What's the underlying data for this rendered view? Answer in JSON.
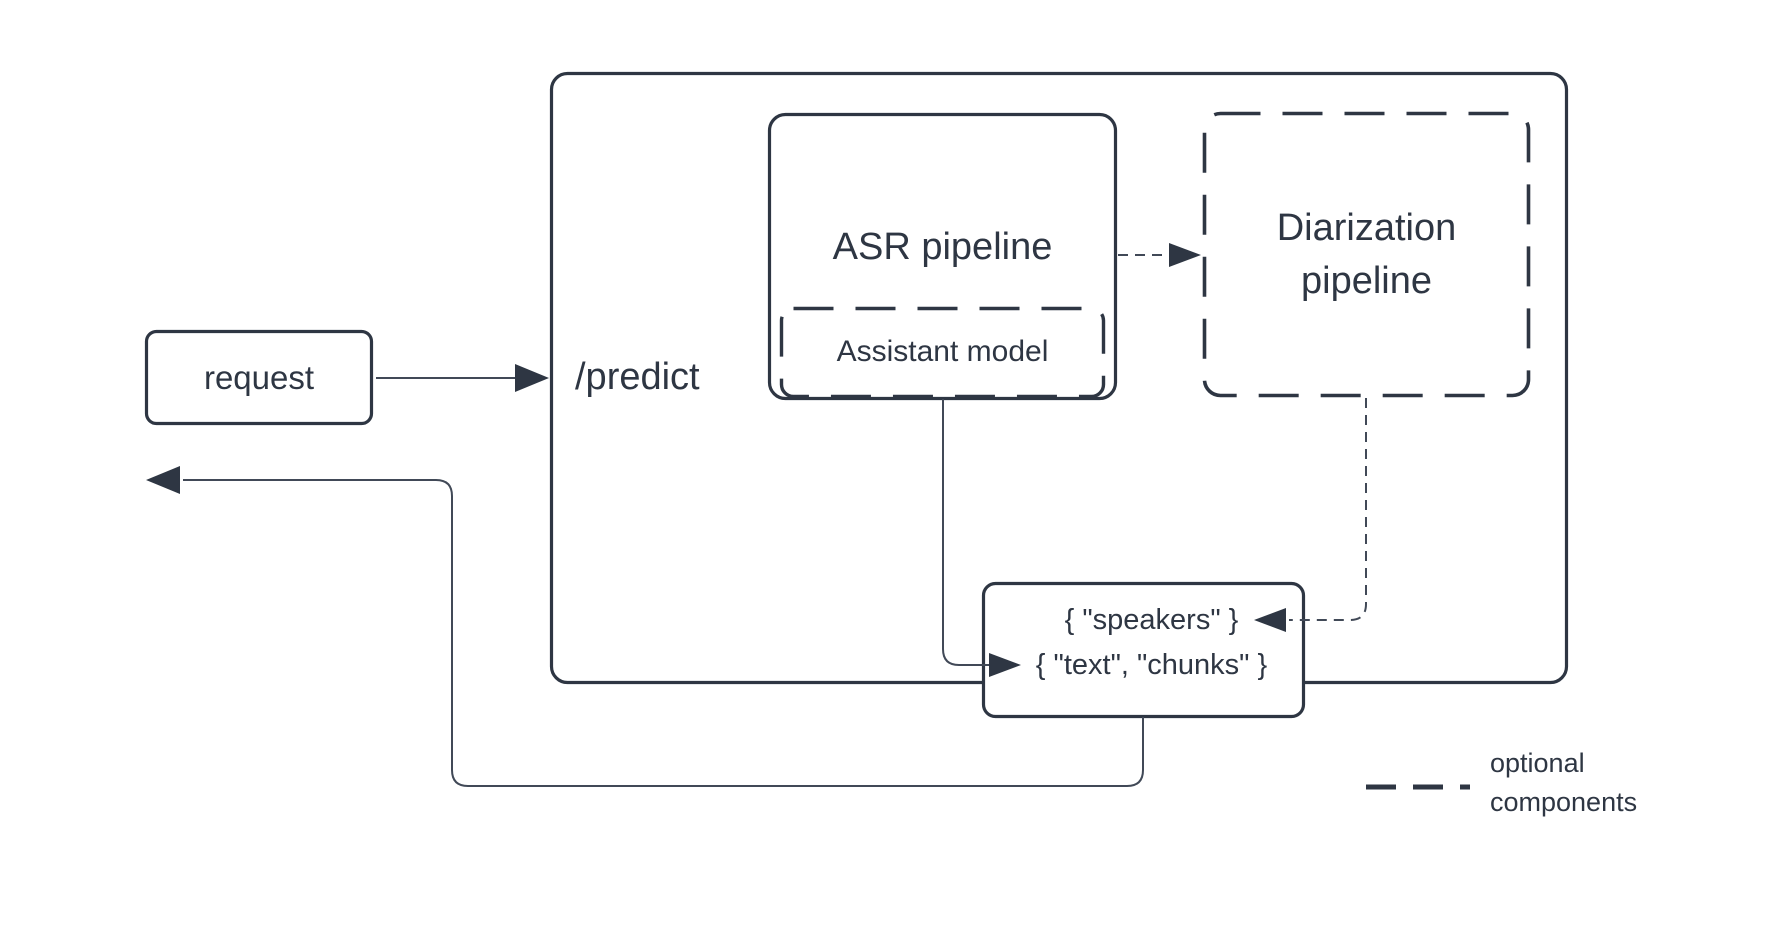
{
  "colors": {
    "background": "#ffffff",
    "stroke": "#2e3643",
    "connector": "#414957",
    "text": "#2e3643"
  },
  "nodes": {
    "request": {
      "label": "request"
    },
    "predict": {
      "label": "/predict"
    },
    "asr": {
      "label": "ASR pipeline"
    },
    "assistant": {
      "label": "Assistant model"
    },
    "diarization": {
      "line1": "Diarization",
      "line2": "pipeline"
    },
    "result": {
      "line1": "{ \"speakers\" }",
      "line2": "{ \"text\", \"chunks\" }"
    }
  },
  "edges": [
    {
      "from": "request",
      "to": "predict",
      "style": "solid-arrow"
    },
    {
      "from": "asr",
      "to": "diarization",
      "style": "dashed-arrow"
    },
    {
      "from": "assistant",
      "to": "result",
      "style": "solid-arrow"
    },
    {
      "from": "diarization",
      "to": "result",
      "style": "dashed-arrow"
    },
    {
      "from": "result",
      "to": "request",
      "style": "solid-arrow"
    }
  ],
  "legend": {
    "line1": "optional",
    "line2": "components"
  }
}
